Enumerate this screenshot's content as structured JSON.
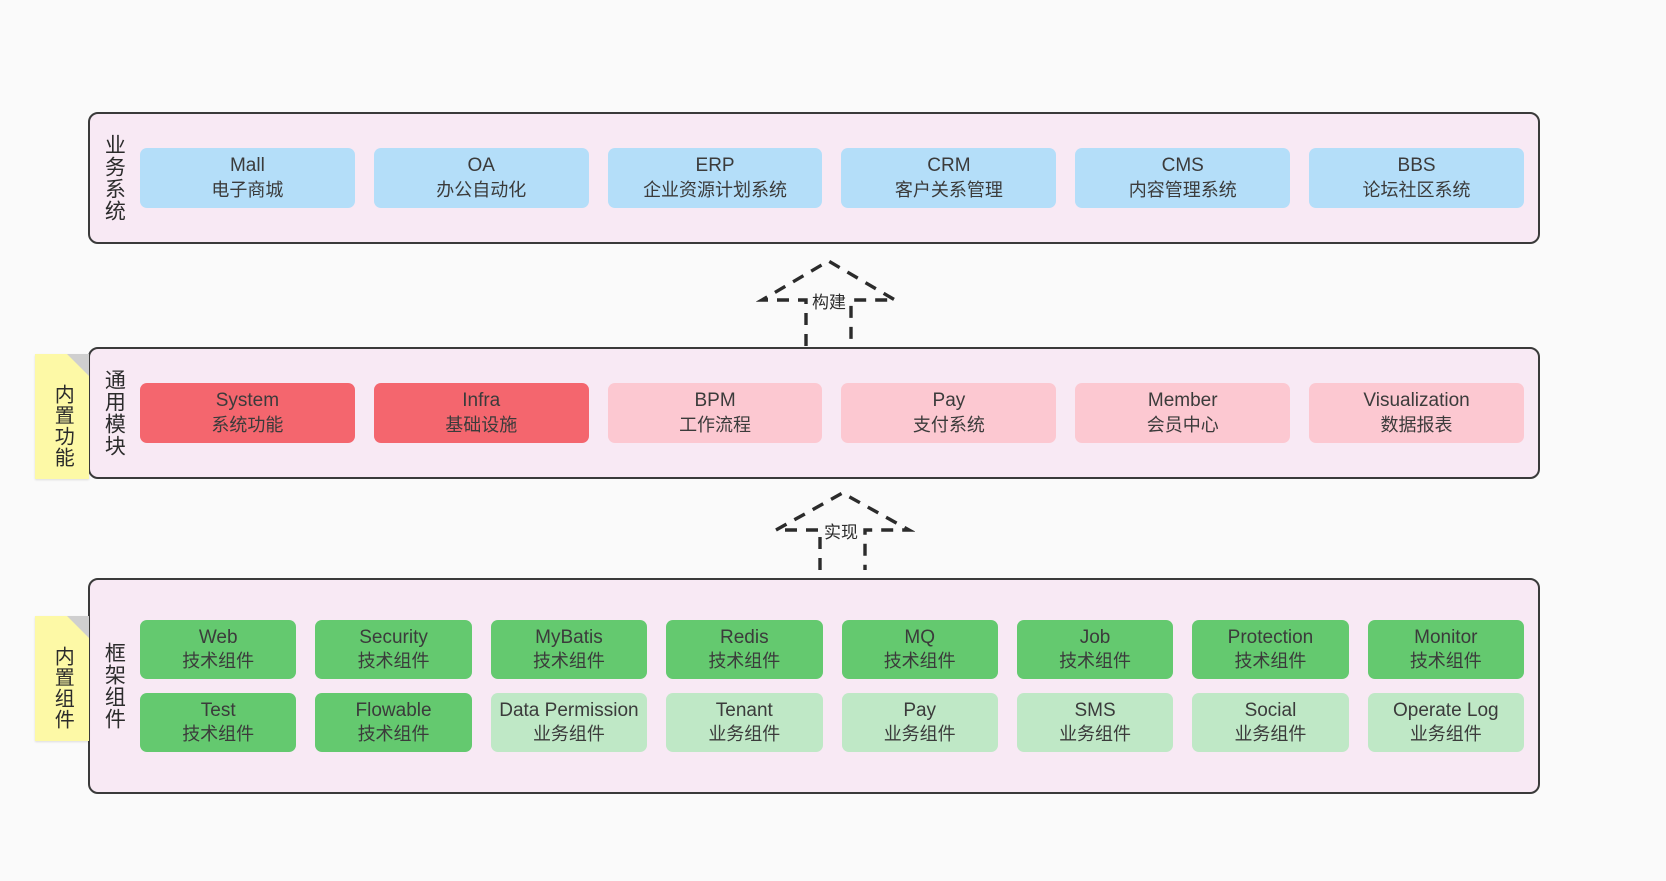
{
  "diagram": {
    "title": "",
    "colors": {
      "background": "#fafafa",
      "band_background": "#f8e9f4",
      "band_border": "#3a3a3a",
      "blue": "#b4def9",
      "red": "#f4666e",
      "pink": "#fcc8d1",
      "green": "#64c96f",
      "green_light": "#bfe8c6",
      "sticky_yellow": "#fdf9a6",
      "sticky_fold": "#cfcfcf"
    }
  },
  "layers": [
    {
      "id": "business-systems",
      "label": "业务系统",
      "rows": [
        [
          {
            "name": "Mall",
            "desc": "电子商城",
            "color": "blue"
          },
          {
            "name": "OA",
            "desc": "办公自动化",
            "color": "blue"
          },
          {
            "name": "ERP",
            "desc": "企业资源计划系统",
            "color": "blue"
          },
          {
            "name": "CRM",
            "desc": "客户关系管理",
            "color": "blue"
          },
          {
            "name": "CMS",
            "desc": "内容管理系统",
            "color": "blue"
          },
          {
            "name": "BBS",
            "desc": "论坛社区系统",
            "color": "blue"
          }
        ]
      ]
    },
    {
      "id": "common-modules",
      "label": "通用模块",
      "sticky": "内置功能",
      "rows": [
        [
          {
            "name": "System",
            "desc": "系统功能",
            "color": "red"
          },
          {
            "name": "Infra",
            "desc": "基础设施",
            "color": "red"
          },
          {
            "name": "BPM",
            "desc": "工作流程",
            "color": "pink"
          },
          {
            "name": "Pay",
            "desc": "支付系统",
            "color": "pink"
          },
          {
            "name": "Member",
            "desc": "会员中心",
            "color": "pink"
          },
          {
            "name": "Visualization",
            "desc": "数据报表",
            "color": "pink"
          }
        ]
      ]
    },
    {
      "id": "framework-components",
      "label": "框架组件",
      "sticky": "内置组件",
      "rows": [
        [
          {
            "name": "Web",
            "desc": "技术组件",
            "color": "green"
          },
          {
            "name": "Security",
            "desc": "技术组件",
            "color": "green"
          },
          {
            "name": "MyBatis",
            "desc": "技术组件",
            "color": "green"
          },
          {
            "name": "Redis",
            "desc": "技术组件",
            "color": "green"
          },
          {
            "name": "MQ",
            "desc": "技术组件",
            "color": "green"
          },
          {
            "name": "Job",
            "desc": "技术组件",
            "color": "green"
          },
          {
            "name": "Protection",
            "desc": "技术组件",
            "color": "green"
          },
          {
            "name": "Monitor",
            "desc": "技术组件",
            "color": "green"
          }
        ],
        [
          {
            "name": "Test",
            "desc": "技术组件",
            "color": "green"
          },
          {
            "name": "Flowable",
            "desc": "技术组件",
            "color": "green"
          },
          {
            "name": "Data Permission",
            "desc": "业务组件",
            "color": "green_light"
          },
          {
            "name": "Tenant",
            "desc": "业务组件",
            "color": "green_light"
          },
          {
            "name": "Pay",
            "desc": "业务组件",
            "color": "green_light"
          },
          {
            "name": "SMS",
            "desc": "业务组件",
            "color": "green_light"
          },
          {
            "name": "Social",
            "desc": "业务组件",
            "color": "green_light"
          },
          {
            "name": "Operate Log",
            "desc": "业务组件",
            "color": "green_light"
          }
        ]
      ]
    }
  ],
  "connectors": [
    {
      "id": "build",
      "label": "构建",
      "from": "common-modules",
      "to": "business-systems"
    },
    {
      "id": "implement",
      "label": "实现",
      "from": "framework-components",
      "to": "common-modules"
    }
  ]
}
